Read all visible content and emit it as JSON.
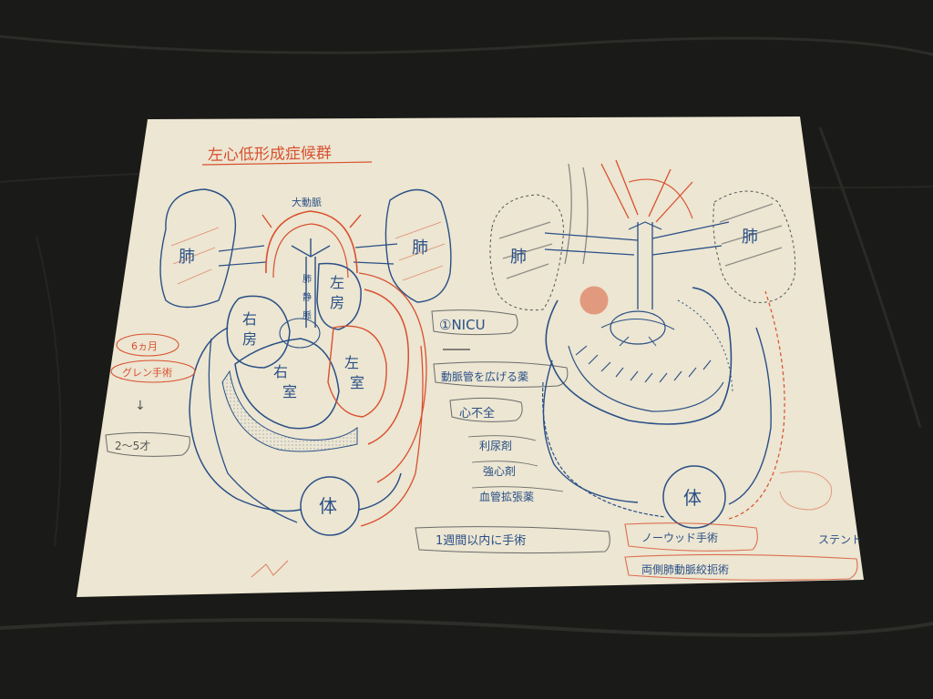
{
  "photo": {
    "title_note": "左心低形成症候群",
    "left_diagram": {
      "aorta": "大動脈",
      "lung_left": "肺",
      "lung_right": "肺",
      "right_atrium": "右房",
      "left_atrium": "左房",
      "right_ventricle": "右室",
      "left_ventricle": "左室",
      "pulmonary_vein": "肺静脈",
      "body": "体"
    },
    "right_diagram": {
      "lung_left": "肺",
      "lung_right": "肺",
      "body": "体"
    },
    "notes": {
      "heading": "①NICU",
      "item1": "動脈管を広げる薬",
      "item2": "心不全",
      "sub1": "利尿剤",
      "sub2": "強心剤",
      "sub3": "血管拡張薬",
      "side1": "6ヵ月",
      "side2": "グレン手術",
      "side3": "2〜5才",
      "bottom1": "1週間以内に手術",
      "bottom2": "ノーウッド手術",
      "bottom3": "ステント",
      "bottom4": "両側肺動脈絞扼術"
    }
  },
  "colors": {
    "background": "#1a1a18",
    "paper": "#ece6d2",
    "blue_ink": "#2a4f86",
    "red_ink": "#d9502f"
  }
}
